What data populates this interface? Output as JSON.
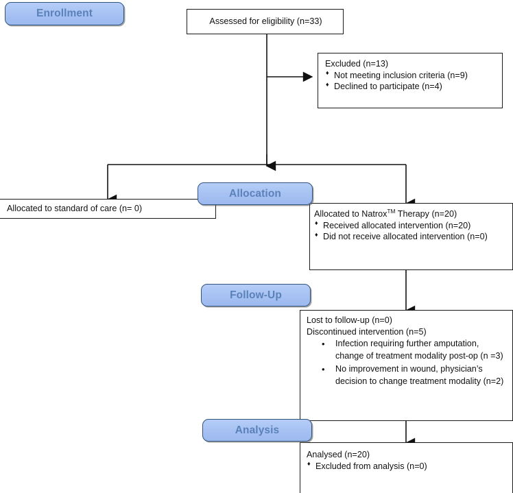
{
  "diagram": {
    "title": "CONSORT participant flow diagram",
    "type": "flowchart",
    "colors": {
      "pill_fill": "#a6c1f2",
      "pill_border": "#31557f",
      "pill_text": "#5a82b8",
      "box_border": "#1a1a1a",
      "box_fill": "#ffffff",
      "connector": "#111111",
      "page_background": "#ffffff"
    }
  },
  "stages": {
    "enrollment": "Enrollment",
    "allocation": "Allocation",
    "followup": "Follow-Up",
    "analysis": "Analysis"
  },
  "boxes": {
    "assessed": {
      "lines": [
        "Assessed for eligibility (n=33)"
      ]
    },
    "excluded": {
      "heading": "Excluded  (n=13)",
      "items": [
        "Not meeting inclusion criteria (n=9)",
        "Declined to participate (n=4)"
      ]
    },
    "standard_of_care": {
      "lines": [
        "Allocated to standard of care (n= 0)"
      ]
    },
    "natrox": {
      "heading_pre": "Allocated to Natrox",
      "heading_tm": "TM",
      "heading_post": " Therapy (n=20)",
      "items": [
        "Received allocated intervention (n=20)",
        "Did not receive allocated intervention (n=0)"
      ]
    },
    "followup": {
      "lines": [
        "Lost to follow-up (n=0)",
        "Discontinued intervention (n=5)"
      ],
      "items": [
        "Infection requiring further amputation, change of treatment modality post-op (n =3)",
        "No improvement in wound, physician’s decision to change treatment modality (n=2)"
      ]
    },
    "analysis": {
      "heading": "Analysed  (n=20)",
      "items": [
        "Excluded from analysis (n=0)"
      ]
    }
  },
  "counts": {
    "assessed_for_eligibility": 33,
    "excluded_total": 13,
    "excluded_not_meeting_criteria": 9,
    "excluded_declined": 4,
    "allocated_standard_of_care": 0,
    "allocated_natrox": 20,
    "received_allocated_intervention": 20,
    "did_not_receive_allocated_intervention": 0,
    "lost_to_followup": 0,
    "discontinued_intervention": 5,
    "discontinued_infection_amputation": 3,
    "discontinued_no_improvement": 2,
    "analysed": 20,
    "excluded_from_analysis": 0
  }
}
